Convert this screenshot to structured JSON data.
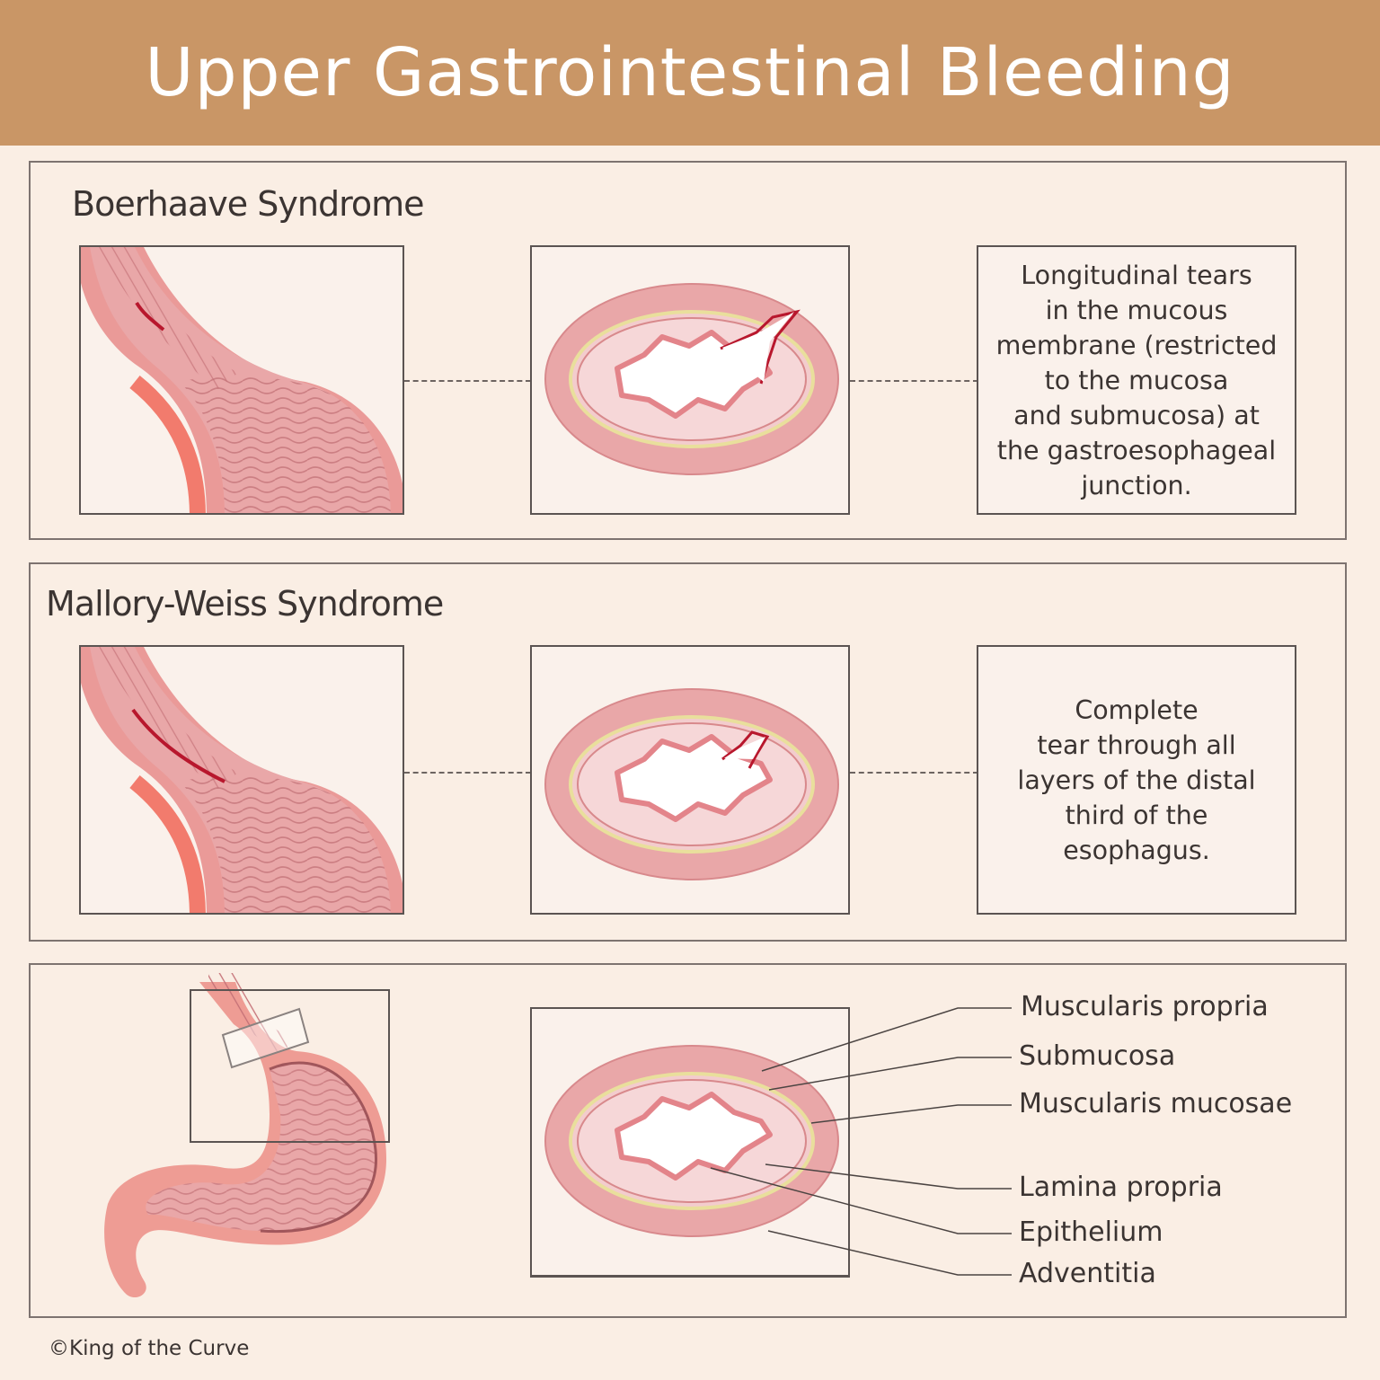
{
  "title": "Upper Gastrointestinal Bleeding",
  "panels": [
    {
      "heading": "Boerhaave Syndrome",
      "description": "Longitudinal tears\nin the mucous\nmembrane (restricted\nto the mucosa\nand submucosa) at\nthe gastroesophageal\njunction."
    },
    {
      "heading": "Mallory-Weiss Syndrome",
      "description": "Complete\ntear through all\nlayers of the distal\nthird of the\nesophagus."
    }
  ],
  "layers": [
    "Muscularis propria",
    "Submucosa",
    "Muscularis mucosae",
    "Lamina propria",
    "Epithelium",
    "Adventitia"
  ],
  "copyright": "©King of the Curve",
  "colors": {
    "header": "#c99666",
    "background": "#faeee4",
    "tissue": "#e8a3a2",
    "tissue_dark": "#d0797c",
    "mucosa": "#f3cccd",
    "muscularis_mucosae": "#e9df9c",
    "tear": "#b8172d"
  }
}
